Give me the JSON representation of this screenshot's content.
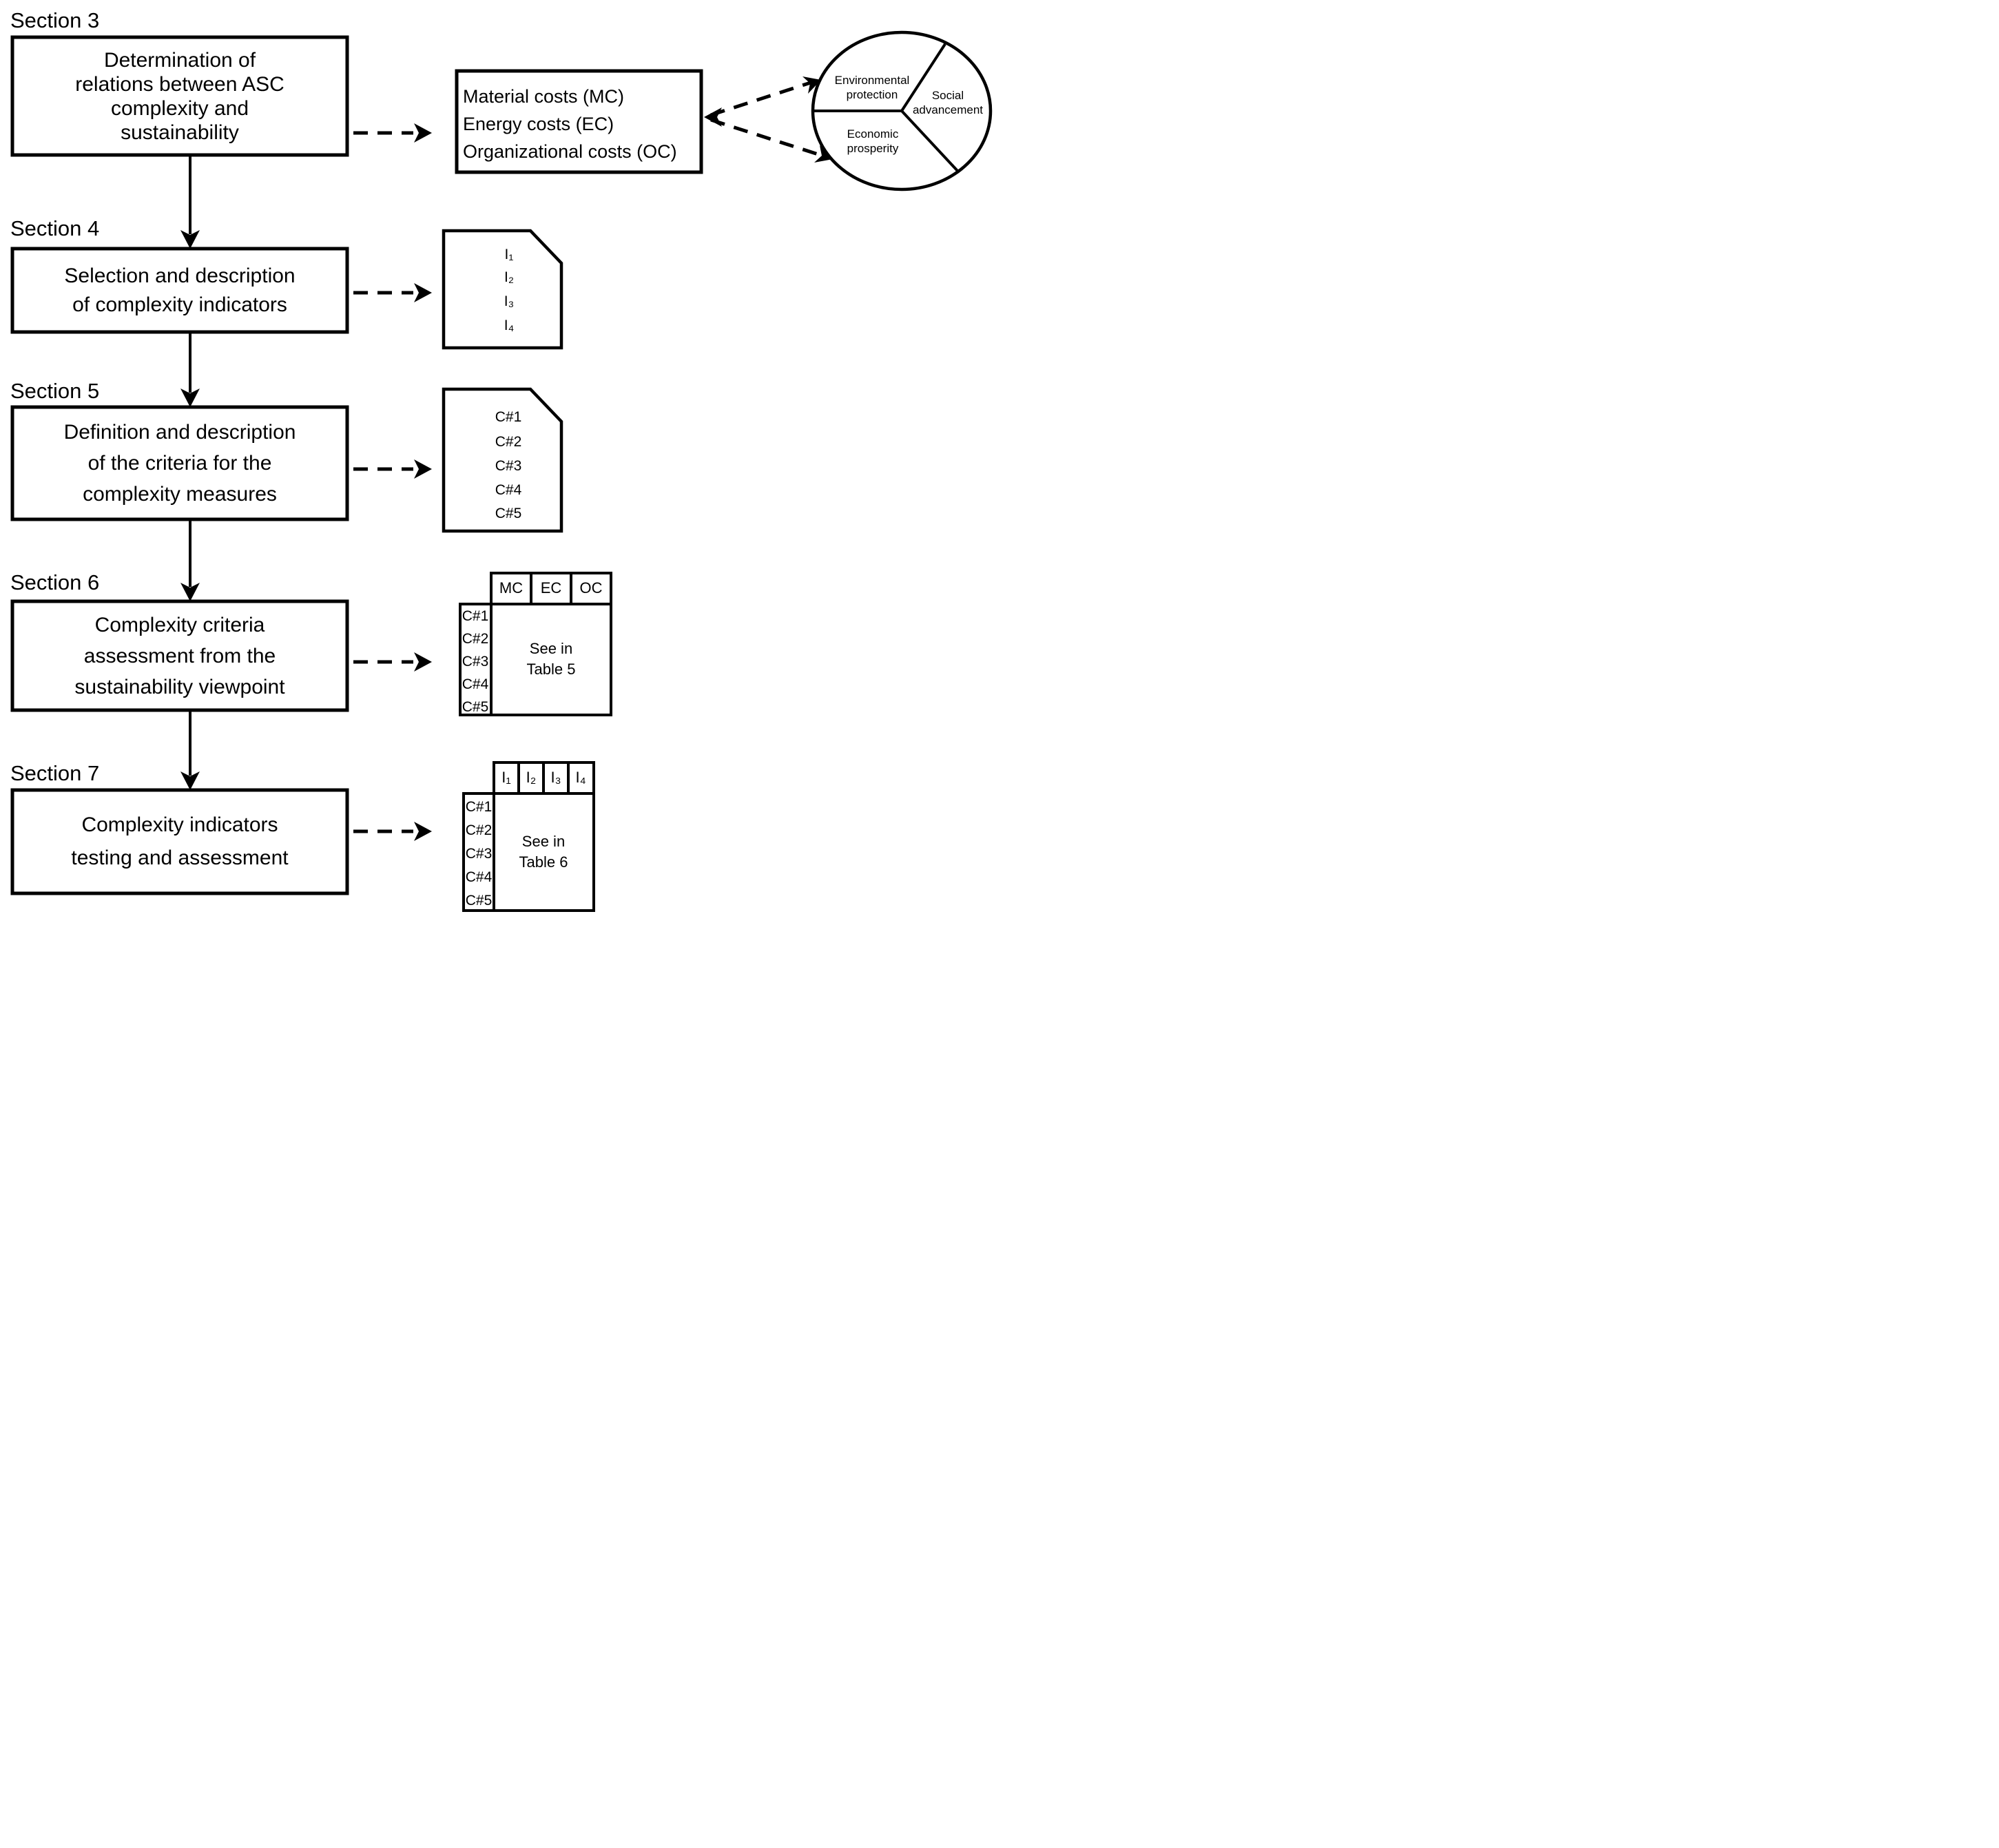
{
  "sections": [
    {
      "title": "Section 3",
      "box_text": "Determination of\nrelations between ASC\ncomplexity and\nsustainability"
    },
    {
      "title": "Section 4",
      "box_text": "Selection and description\nof complexity indicators"
    },
    {
      "title": "Section 5",
      "box_text": "Definition and description\nof the criteria for the\ncomplexity measures"
    },
    {
      "title": "Section 6",
      "box_text": "Complexity criteria\nassessment from the\nsustainability viewpoint"
    },
    {
      "title": "Section 7",
      "box_text": "Complexity indicators\ntesting and assessment"
    }
  ],
  "costs_box": {
    "text": "Material costs (MC)\nEnergy costs (EC)\nOrganizational costs (OC)"
  },
  "pie_chart": {
    "slices": [
      "Environmental\nprotection",
      "Social\nadvancement",
      "Economic\nprosperity"
    ]
  },
  "indicators_document": {
    "items": [
      "I₁",
      "I₂",
      "I₃",
      "I₄"
    ]
  },
  "criteria_document": {
    "items": [
      "C#1",
      "C#2",
      "C#3",
      "C#4",
      "C#5"
    ]
  },
  "criteria_costs_table": {
    "columns": [
      "MC",
      "EC",
      "OC"
    ],
    "rows": [
      "C#1",
      "C#2",
      "C#3",
      "C#4",
      "C#5"
    ],
    "body": "See in\nTable 5"
  },
  "criteria_indicators_table": {
    "columns": [
      "I₁",
      "I₂",
      "I₃",
      "I₄"
    ],
    "rows": [
      "C#1",
      "C#2",
      "C#3",
      "C#4",
      "C#5"
    ],
    "body": "See in\nTable 6"
  }
}
